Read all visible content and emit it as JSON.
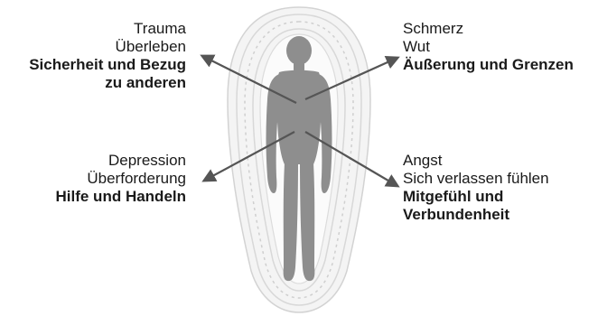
{
  "groups": {
    "top_left": {
      "lines": [
        "Trauma",
        "Überleben"
      ],
      "bold": [
        "Sicherheit und Bezug",
        "zu anderen"
      ]
    },
    "bottom_left": {
      "lines": [
        "Depression",
        "Überforderung"
      ],
      "bold": [
        "Hilfe und Handeln"
      ]
    },
    "top_right": {
      "lines": [
        "Schmerz",
        "Wut"
      ],
      "bold": [
        "Äußerung und Grenzen"
      ]
    },
    "bottom_right": {
      "lines": [
        "Angst",
        "Sich verlassen fühlen"
      ],
      "bold": [
        "Mitgefühl und",
        "Verbundenheit"
      ]
    }
  },
  "colors": {
    "body": "#8e8e8e",
    "aura_fill": "#f4f4f4",
    "aura_line": "#d3d3d3",
    "arrow": "#555555",
    "text": "#1a1a1a"
  }
}
